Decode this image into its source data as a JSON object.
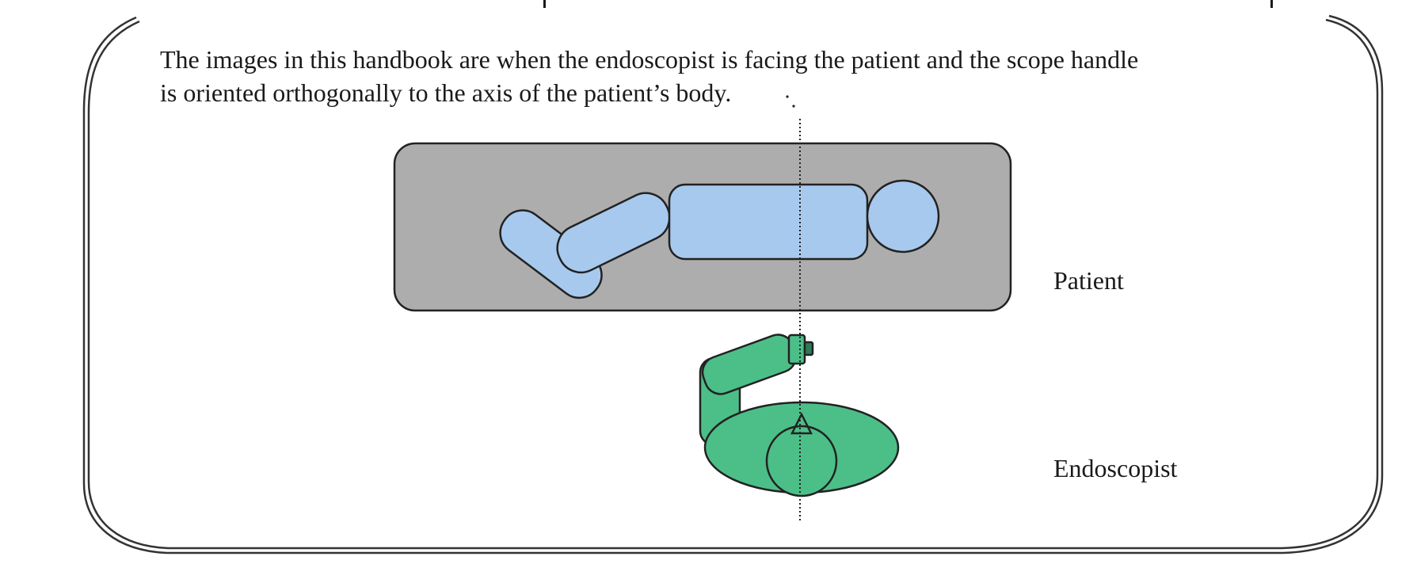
{
  "caption": {
    "line1": "The images in this handbook are when the endoscopist is facing the patient and the scope handle",
    "line2": "is oriented orthogonally to the axis of the patient’s body."
  },
  "labels": {
    "patient": "Patient",
    "endoscopist": "Endoscopist"
  },
  "colors": {
    "table": "#adadad",
    "patient_body": "#a7c9ee",
    "endoscopist_body": "#4cbf88",
    "outline": "#222222",
    "frame": "#333333"
  }
}
